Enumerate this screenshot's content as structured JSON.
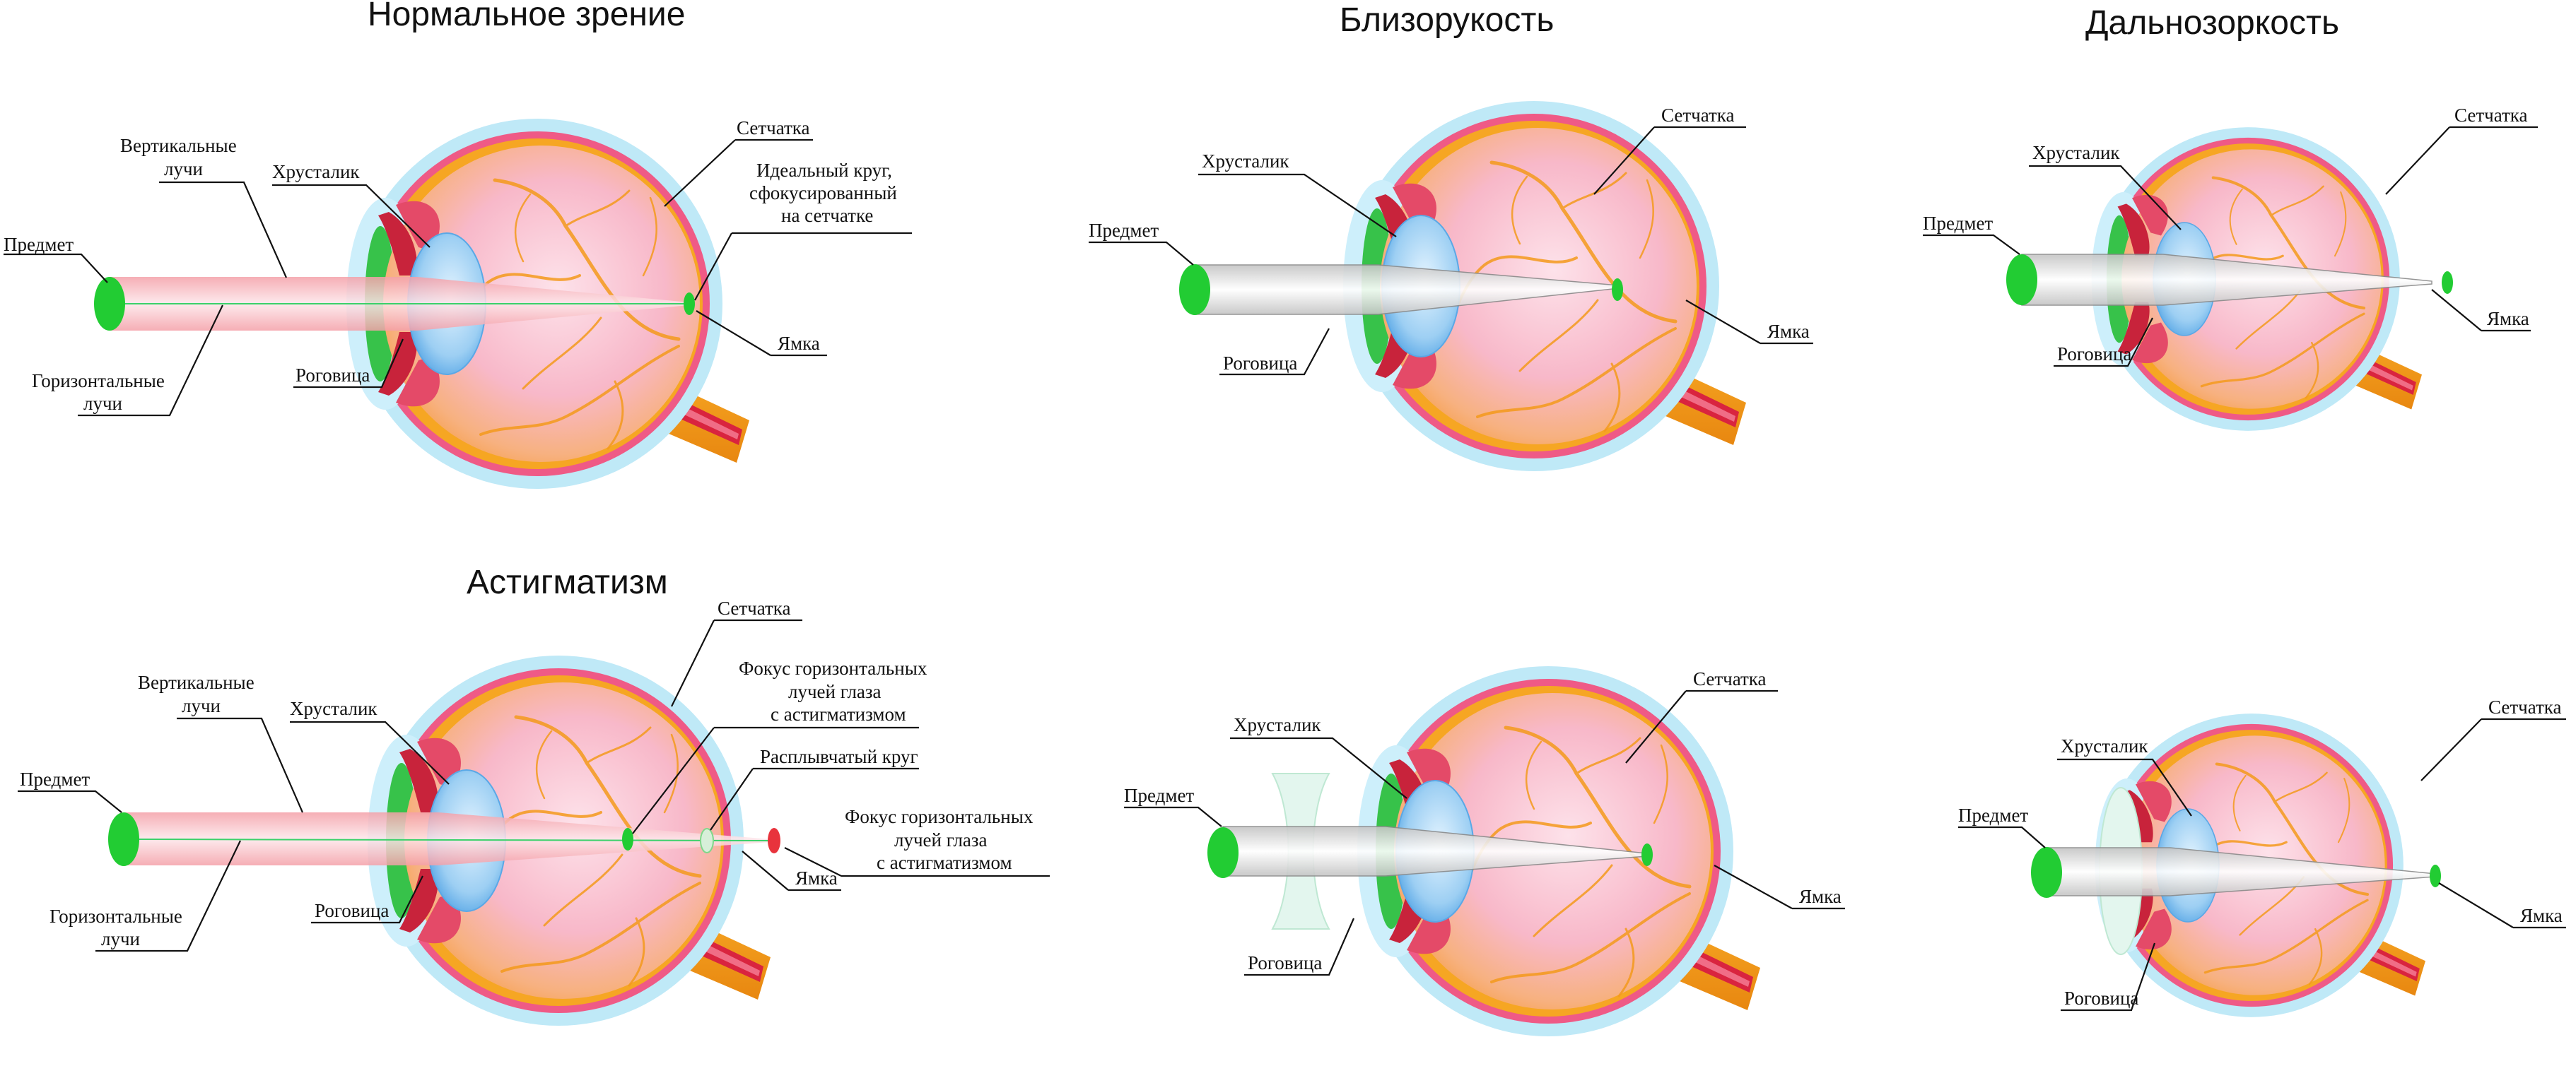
{
  "panels": {
    "normal": {
      "title": "Нормальное зрение",
      "object": "Предмет",
      "vertical_rays": [
        "Вертикальные",
        "лучи"
      ],
      "horizontal_rays": [
        "Горизонтальные",
        "лучи"
      ],
      "lens": "Хрусталик",
      "cornea": "Роговица",
      "retina": "Сетчатка",
      "fovea": "Ямка",
      "focus_note": [
        "Идеальный круг,",
        "сфокусированный",
        "на сетчатке"
      ]
    },
    "myopia": {
      "title": "Близорукость",
      "object": "Предмет",
      "lens": "Хрусталик",
      "cornea": "Роговица",
      "retina": "Сетчатка",
      "fovea": "Ямка"
    },
    "hyperopia": {
      "title": "Дальнозоркость",
      "object": "Предмет",
      "lens": "Хрусталик",
      "cornea": "Роговица",
      "retina": "Сетчатка",
      "fovea": "Ямка"
    },
    "astigmatism": {
      "title": "Астигматизм",
      "object": "Предмет",
      "vertical_rays": [
        "Вертикальные",
        "лучи"
      ],
      "horizontal_rays": [
        "Горизонтальные",
        "лучи"
      ],
      "lens": "Хрусталик",
      "cornea": "Роговица",
      "retina": "Сетчатка",
      "fovea": "Ямка",
      "focus_h1": [
        "Фокус горизонтальных",
        "лучей глаза",
        "с астигматизмом"
      ],
      "blur_circle": "Расплывчатый круг",
      "focus_h2": [
        "Фокус горизонтальных",
        "лучей глаза",
        "с астигматизмом"
      ]
    },
    "myopia_corrected": {
      "object": "Предмет",
      "lens": "Хрусталик",
      "cornea": "Роговица",
      "retina": "Сетчатка",
      "fovea": "Ямка"
    },
    "hyperopia_corrected": {
      "object": "Предмет",
      "lens": "Хрусталик",
      "cornea": "Роговица",
      "retina": "Сетчатка",
      "fovea": "Ямка"
    }
  },
  "colors": {
    "sclera_outer": "#a9e2f3",
    "sclera_ring": "#ef5a86",
    "choroid": "#f6a623",
    "vitreous": "#f7b7c8",
    "lens": "#9fd3f5",
    "object": "#22cc33",
    "blur_focus": "#e8333c",
    "optic_nerve": "#f49a1c"
  }
}
